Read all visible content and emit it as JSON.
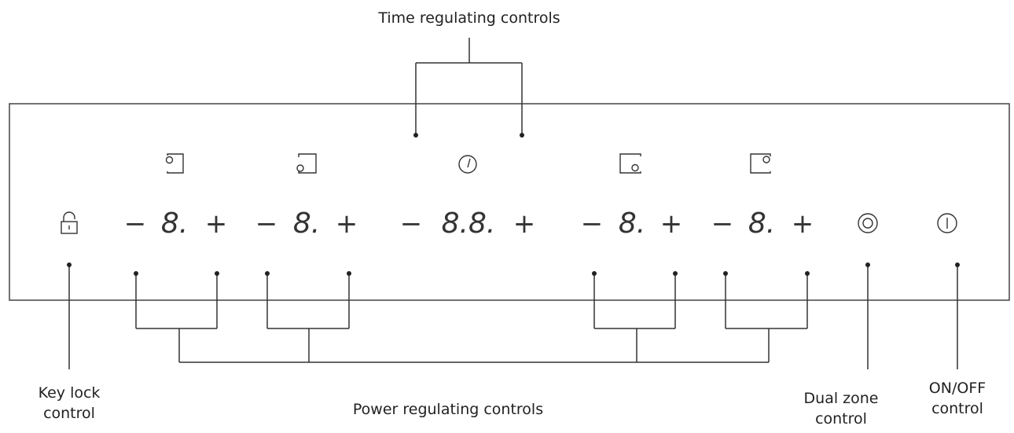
{
  "labels": {
    "time": "Time regulating controls",
    "power": "Power regulating controls",
    "keylock_line1": "Key lock",
    "keylock_line2": "control",
    "dualzone_line1": "Dual zone",
    "dualzone_line2": "control",
    "onoff_line1": "ON/OFF",
    "onoff_line2": "control"
  },
  "displays": {
    "zone1": "8.",
    "zone2": "8.",
    "timer": "8.8.",
    "zone3": "8.",
    "zone4": "8."
  },
  "symbols": {
    "minus": "−",
    "plus": "+"
  },
  "icons": [
    "zone-top-left-icon",
    "zone-bottom-left-icon",
    "timer-clock-icon",
    "zone-bottom-right-icon",
    "zone-top-right-icon",
    "padlock-icon",
    "dual-zone-icon",
    "power-icon"
  ],
  "colors": {
    "line": "#333333",
    "text": "#222222"
  }
}
